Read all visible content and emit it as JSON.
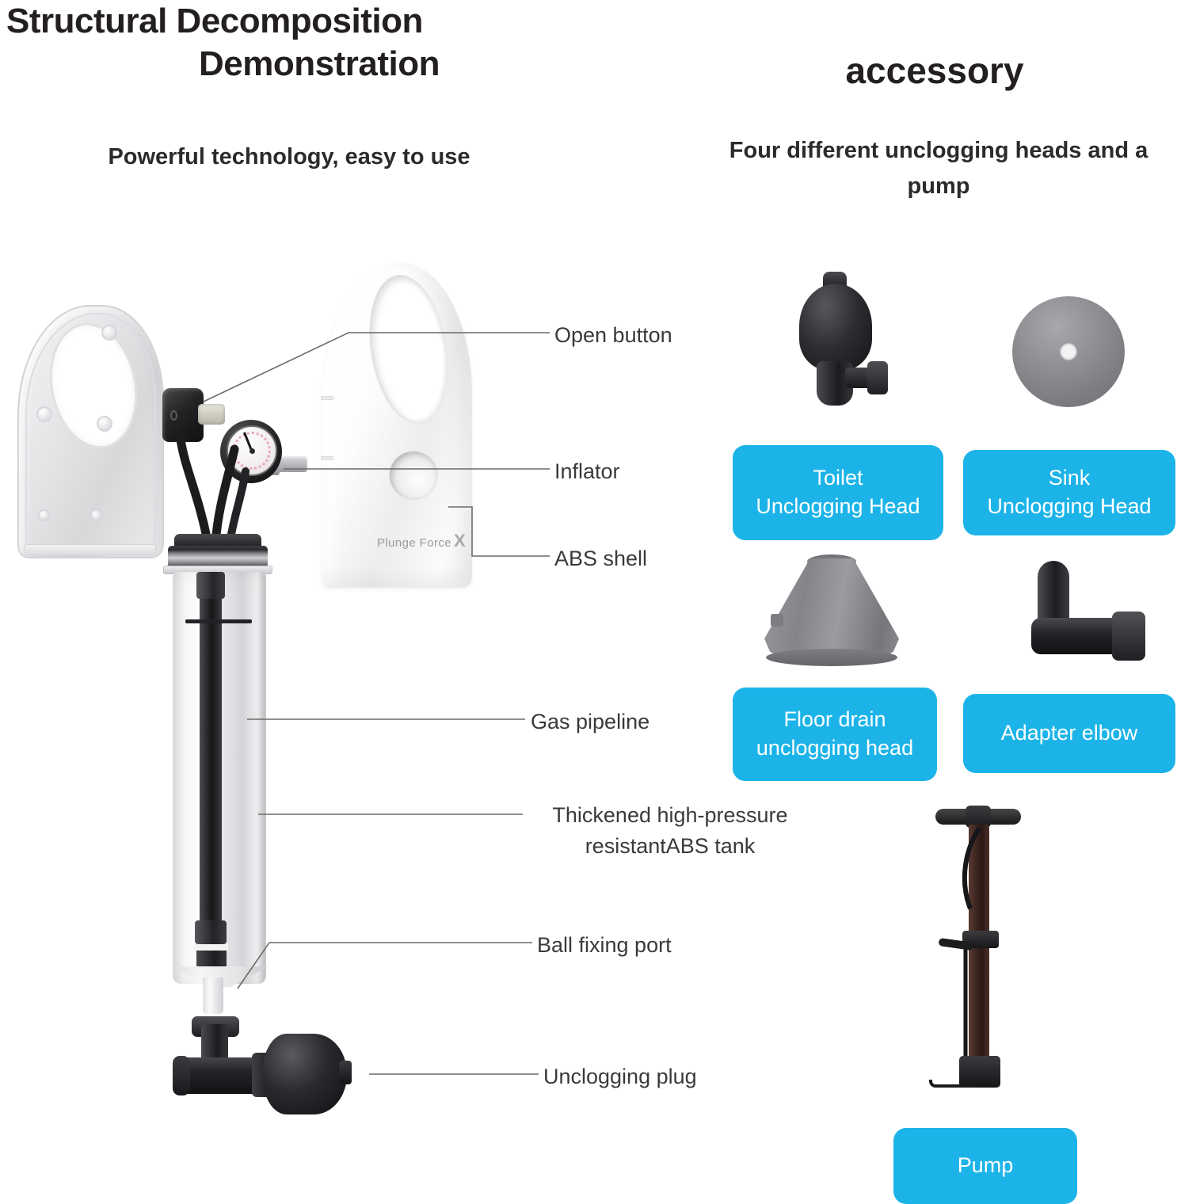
{
  "left_panel": {
    "title_line1": "Structural Decomposition",
    "title_line2": "Demonstration",
    "subtitle": "Powerful technology, easy to use",
    "product_brand": "Plunge Force",
    "product_brand_mark": "X",
    "callouts": [
      {
        "label": "Open button"
      },
      {
        "label": "Inflator"
      },
      {
        "label": "ABS shell"
      },
      {
        "label": "Gas pipeline"
      },
      {
        "label": "Thickened high-pressure\nresistantABS tank"
      },
      {
        "label": "Ball fixing port"
      },
      {
        "label": "Unclogging plug"
      }
    ]
  },
  "right_panel": {
    "title": "accessory",
    "subtitle": "Four different unclogging\nheads and a pump",
    "accent_color": "#1cb4e8",
    "items": [
      {
        "label": "Toilet\nUnclogging Head",
        "icon": "toilet-unclogging-head-icon"
      },
      {
        "label": "Sink\nUnclogging Head",
        "icon": "sink-unclogging-head-icon"
      },
      {
        "label": "Floor drain\nunclogging head",
        "icon": "floor-drain-unclogging-head-icon"
      },
      {
        "label": "Adapter elbow",
        "icon": "adapter-elbow-icon"
      },
      {
        "label": "Pump",
        "icon": "pump-icon"
      }
    ]
  }
}
